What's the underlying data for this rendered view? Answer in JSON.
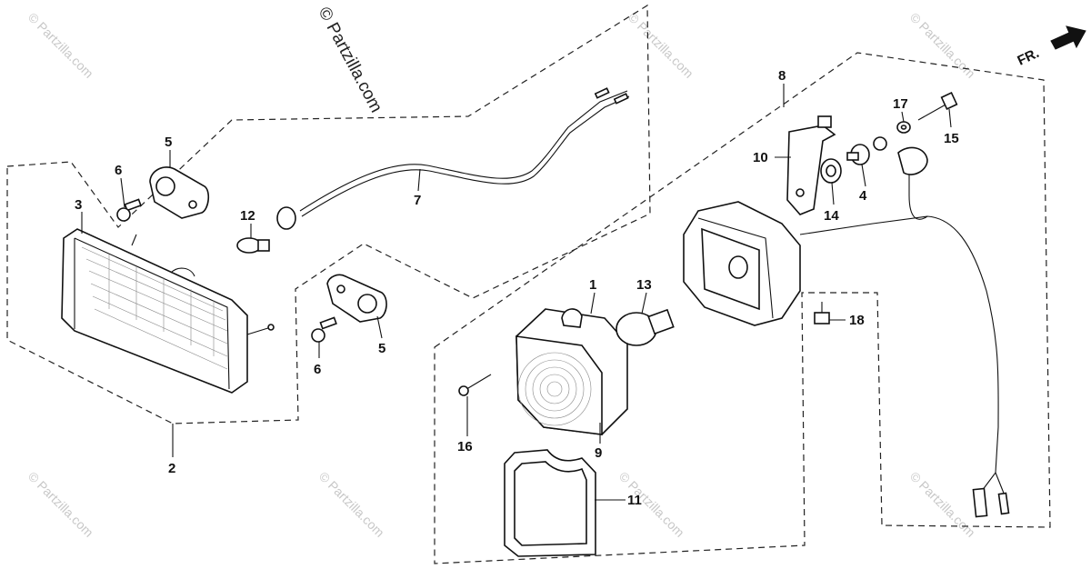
{
  "watermark": {
    "main": "© Partzilla.com",
    "repeat": "© Partzilla.com"
  },
  "direction_marker": {
    "label": "FR.",
    "icon": "front-direction-arrow-icon"
  },
  "callouts": [
    {
      "id": "1",
      "label": "1"
    },
    {
      "id": "2",
      "label": "2"
    },
    {
      "id": "3",
      "label": "3"
    },
    {
      "id": "4",
      "label": "4"
    },
    {
      "id": "5a",
      "label": "5"
    },
    {
      "id": "5b",
      "label": "5"
    },
    {
      "id": "6a",
      "label": "6"
    },
    {
      "id": "6b",
      "label": "6"
    },
    {
      "id": "7",
      "label": "7"
    },
    {
      "id": "8",
      "label": "8"
    },
    {
      "id": "9",
      "label": "9"
    },
    {
      "id": "10",
      "label": "10"
    },
    {
      "id": "11",
      "label": "11"
    },
    {
      "id": "12",
      "label": "12"
    },
    {
      "id": "13",
      "label": "13"
    },
    {
      "id": "14",
      "label": "14"
    },
    {
      "id": "15",
      "label": "15"
    },
    {
      "id": "16",
      "label": "16"
    },
    {
      "id": "17",
      "label": "17"
    },
    {
      "id": "18",
      "label": "18"
    }
  ]
}
